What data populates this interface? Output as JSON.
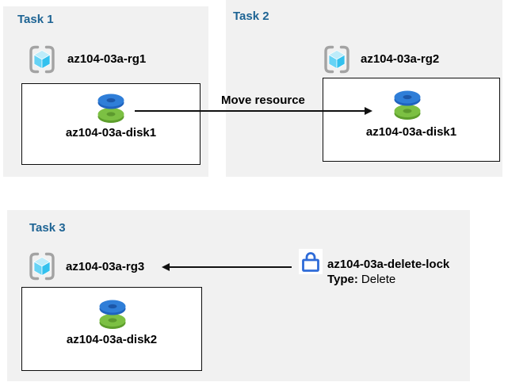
{
  "tasks": {
    "task1": {
      "title": "Task 1",
      "resource_group": "az104-03a-rg1",
      "disk": "az104-03a-disk1"
    },
    "task2": {
      "title": "Task 2",
      "resource_group": "az104-03a-rg2",
      "disk": "az104-03a-disk1"
    },
    "task3": {
      "title": "Task 3",
      "resource_group": "az104-03a-rg3",
      "disk": "az104-03a-disk2"
    }
  },
  "annotations": {
    "move_label": "Move resource",
    "lock_name": "az104-03a-delete-lock",
    "lock_type_label": "Type:",
    "lock_type_value": "Delete"
  },
  "icons": {
    "resource_group": "resource-group-brackets-cube",
    "disk": "stacked-managed-disks",
    "lock": "padlock"
  },
  "colors": {
    "panel_bg": "#f1f1f1",
    "box_bg": "#ffffff",
    "box_border": "#0d0d0d",
    "title_blue": "#1e6494",
    "text_black": "#000000",
    "arrow_black": "#111111",
    "bracket_gray": "#a3a3a3",
    "cube_top": "#bdecfa",
    "cube_left": "#66d3f5",
    "cube_right": "#33c1ee",
    "disk_blue": "#2f7ed8",
    "disk_blue_shade": "#1f63be",
    "disk_blue_hole": "#1c57a9",
    "disk_green": "#7cc043",
    "disk_green_shade": "#5d9e2c",
    "disk_green_hole": "#5d9a2e",
    "lock_blue": "#2e6bd8"
  }
}
